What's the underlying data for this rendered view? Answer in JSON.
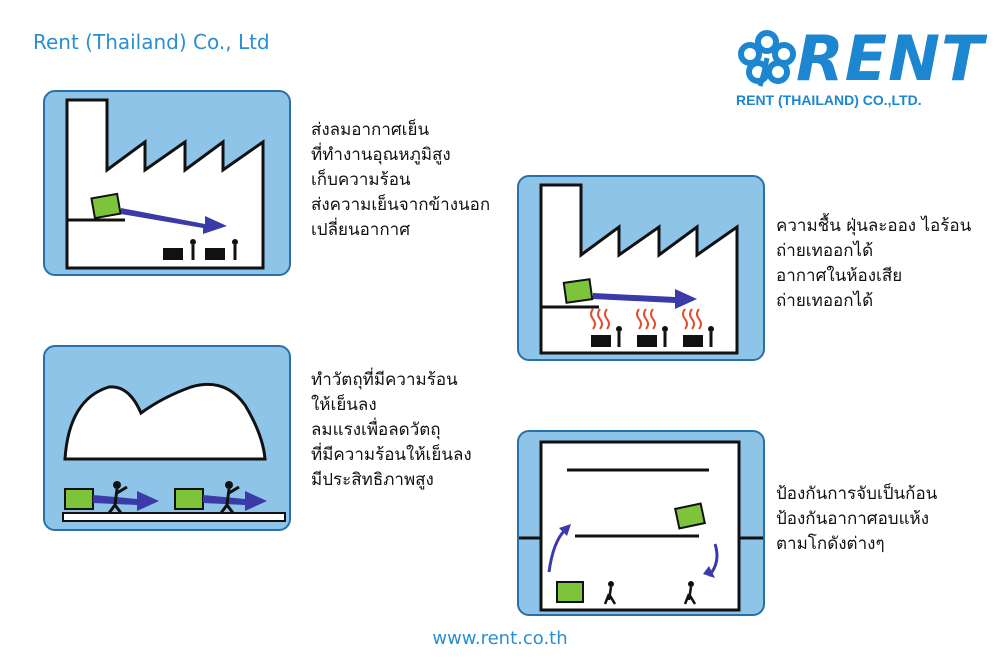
{
  "header": {
    "company": "Rent (Thailand) Co., Ltd",
    "logo_word": "RENT",
    "logo_sub": "RENT (THAILAND) CO.,LTD."
  },
  "panels": [
    {
      "lines": [
        "ส่งลมอากาศเย็น",
        "ที่ทำงานอุณหภูมิสูง",
        "เก็บความร้อน",
        "ส่งความเย็นจากข้างนอก",
        "เปลี่ยนอากาศ"
      ]
    },
    {
      "lines": [
        "ความชื้น ฝุ่นละออง ไอร้อน",
        "ถ่ายเทออกได้",
        "อากาศในห้องเสีย",
        "ถ่ายเทออกได้"
      ]
    },
    {
      "lines": [
        "ทำวัตถุที่มีความร้อน",
        "ให้เย็นลง",
        "ลมแรงเพื่อลดวัตถุ",
        "ที่มีความร้อนให้เย็นลง",
        "มีประสิทธิภาพสูง"
      ]
    },
    {
      "lines": [
        "ป้องกันการจับเป็นก้อน",
        "ป้องกันอากาศอบแห้ง",
        "ตามโกดังต่างๆ"
      ]
    }
  ],
  "footer": {
    "url": "www.rent.co.th"
  },
  "colors": {
    "brand": "#1c86d1",
    "panel_bg": "#8ec4e8",
    "fan": "#7ec43a",
    "arrow": "#3a3aa8"
  }
}
